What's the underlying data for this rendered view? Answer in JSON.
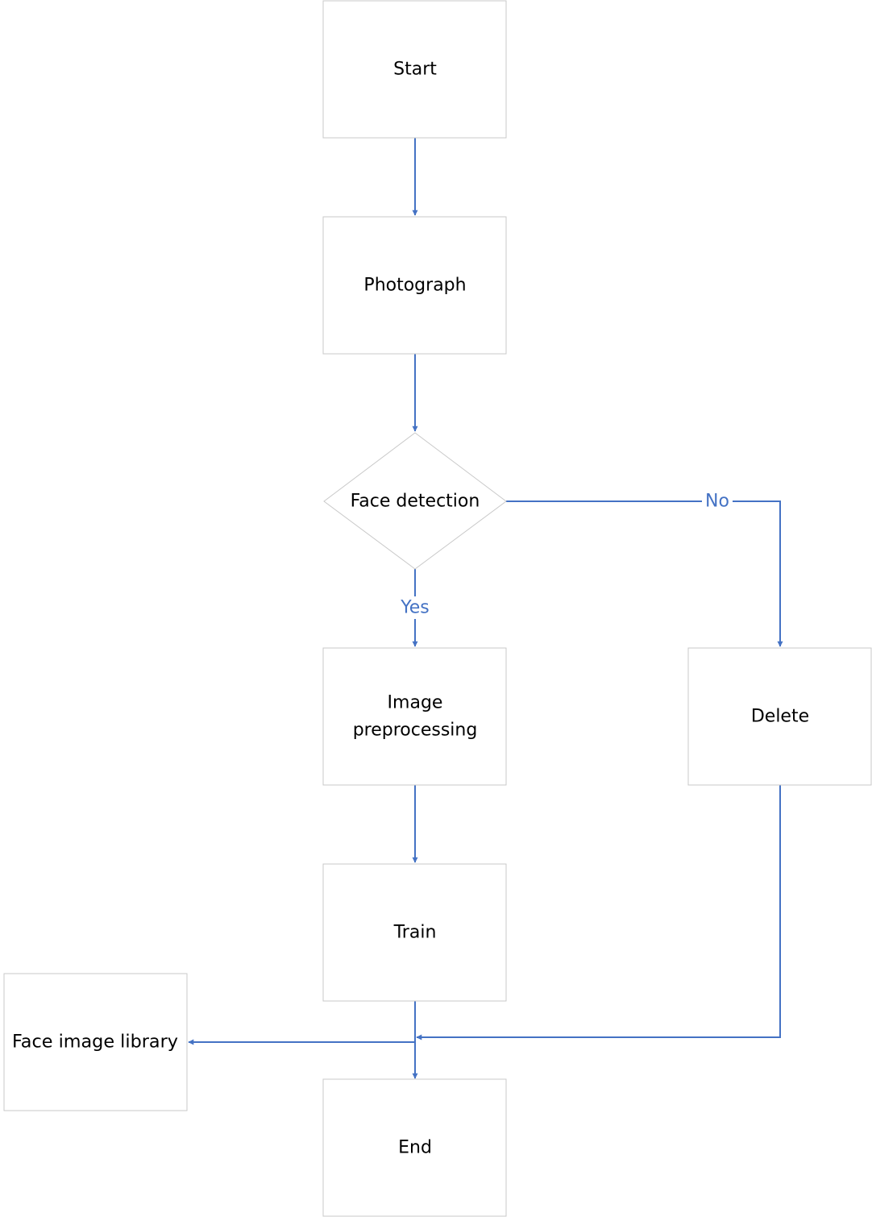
{
  "diagram": {
    "nodes": {
      "start": "Start",
      "photograph": "Photograph",
      "face_detection": "Face detection",
      "image_preprocessing": [
        "Image",
        "preprocessing"
      ],
      "delete": "Delete",
      "train": "Train",
      "face_image_library": "Face image library",
      "end": "End"
    },
    "edges": {
      "no_label": "No",
      "yes_label": "Yes"
    },
    "colors": {
      "edge": "#4472c4",
      "node_border": "#c9c9c9",
      "text": "#000000"
    }
  }
}
